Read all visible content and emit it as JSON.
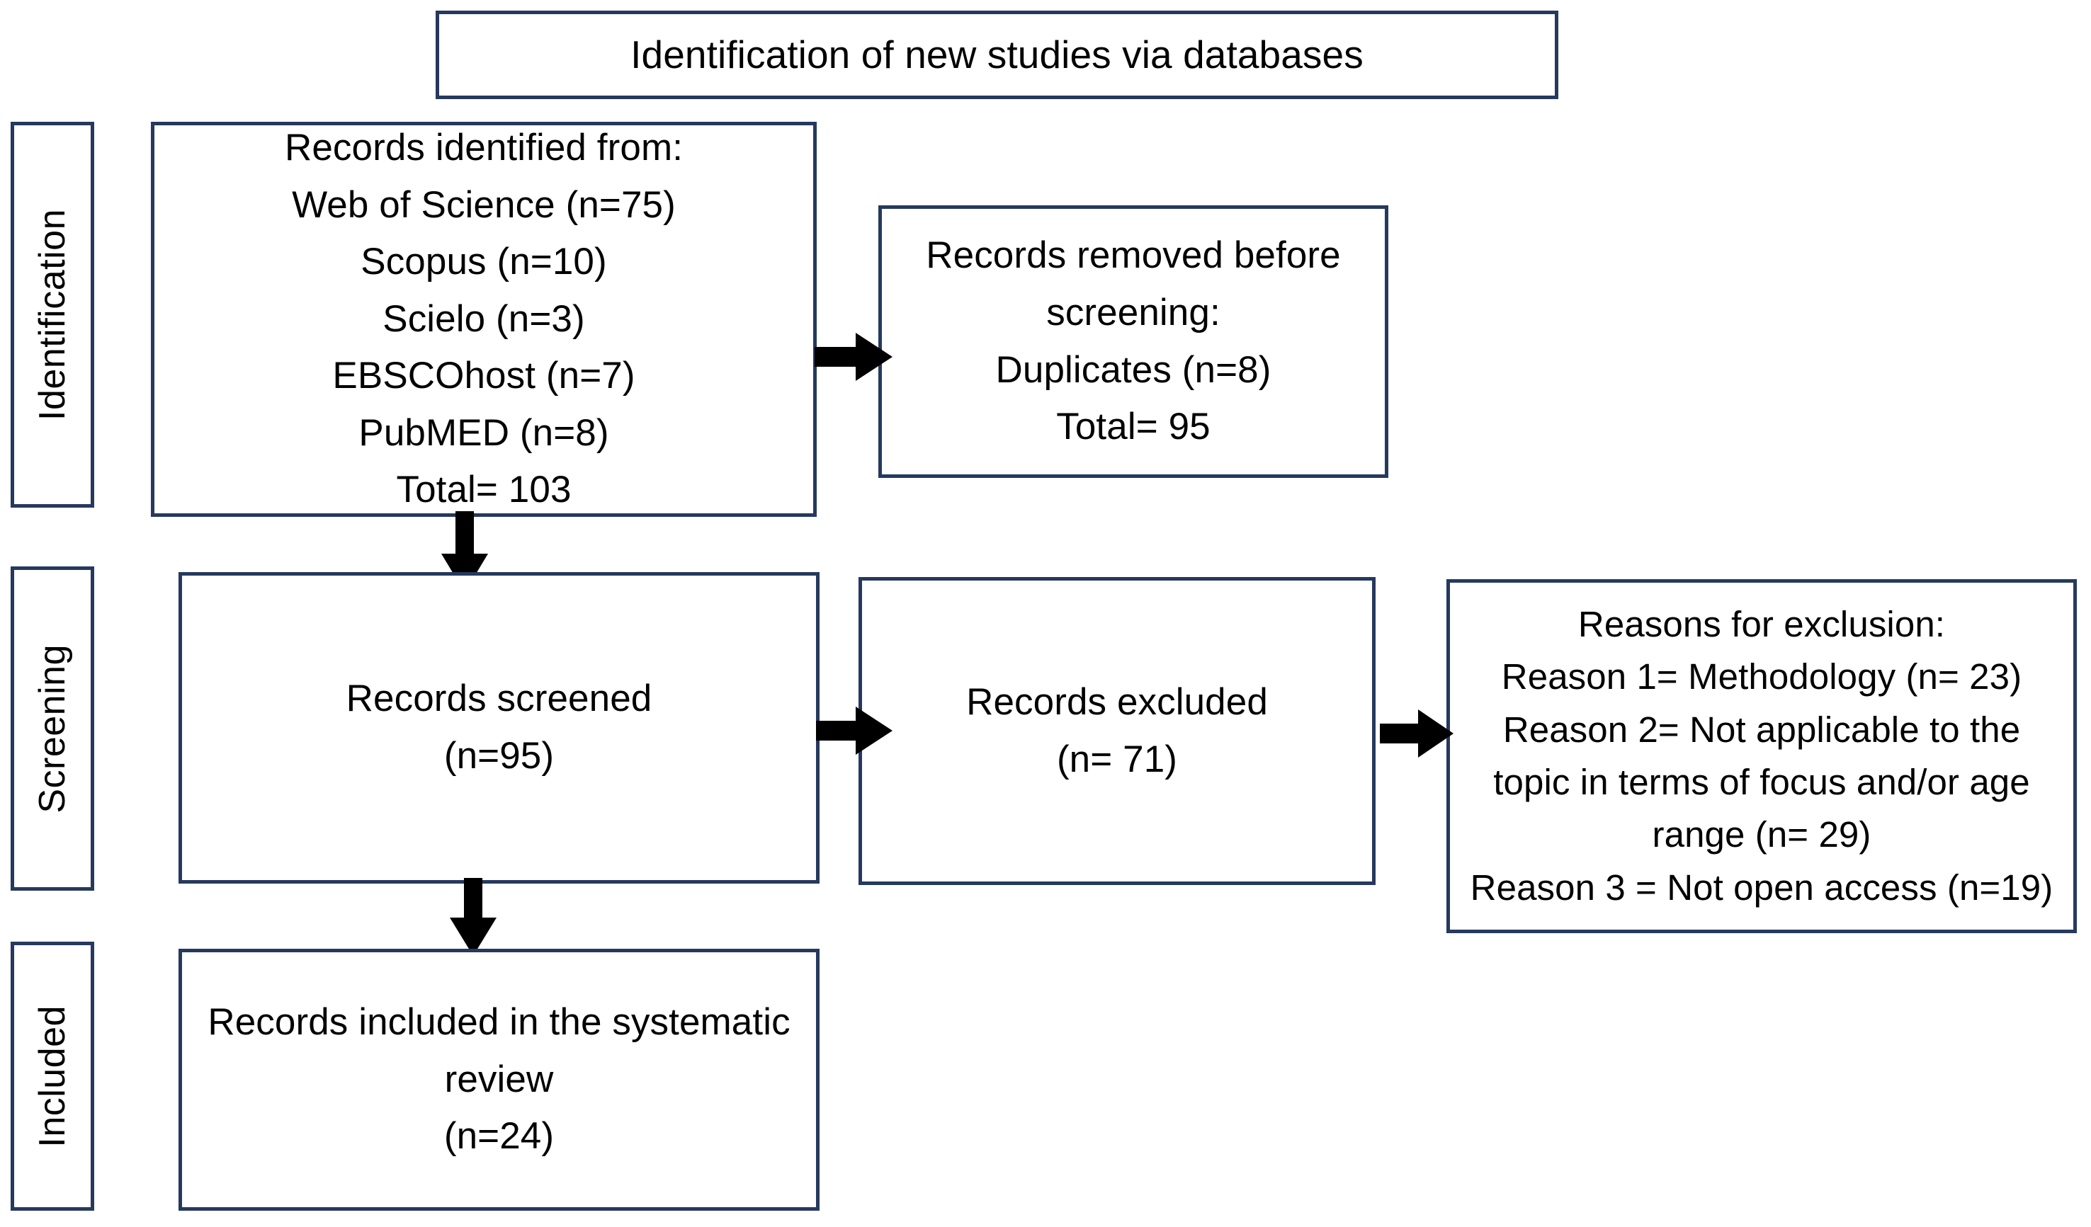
{
  "header": {
    "title": "Identification of new studies via databases"
  },
  "stages": [
    {
      "id": "identification",
      "label": "Identification"
    },
    {
      "id": "screening",
      "label": "Screening"
    },
    {
      "id": "included",
      "label": "Included"
    }
  ],
  "boxes": {
    "records_identified": {
      "lines": [
        "Records identified from:",
        "Web of Science (n=75)",
        "Scopus  (n=10)",
        "Scielo (n=3)",
        "EBSCOhost (n=7)",
        "PubMED (n=8)",
        "Total= 103"
      ]
    },
    "records_removed": {
      "lines": [
        "Records removed before",
        "screening:",
        "Duplicates (n=8)",
        "Total= 95"
      ]
    },
    "records_screened": {
      "lines": [
        "Records screened",
        "(n=95)"
      ]
    },
    "records_excluded": {
      "lines": [
        "Records excluded",
        "(n= 71)"
      ]
    },
    "reasons_for_exclusion": {
      "lines": [
        "Reasons for exclusion:",
        "Reason 1= Methodology (n= 23)",
        "Reason 2= Not applicable to the",
        "topic in terms of focus and/or age",
        "range (n= 29)",
        "Reason 3 = Not open access (n=19)"
      ]
    },
    "records_included": {
      "lines": [
        "Records included in the systematic",
        "review",
        "(n=24)"
      ]
    }
  },
  "arrows": [
    {
      "id": "identified-to-removed",
      "direction": "right"
    },
    {
      "id": "identified-to-screened",
      "direction": "down"
    },
    {
      "id": "screened-to-excluded",
      "direction": "right"
    },
    {
      "id": "excluded-to-reasons",
      "direction": "right"
    },
    {
      "id": "screened-to-included",
      "direction": "down"
    }
  ],
  "colors": {
    "box_border": "#26395e",
    "arrow": "#000000",
    "background": "#ffffff",
    "text": "#000000"
  },
  "chart_data": {
    "type": "diagram",
    "title": "PRISMA flow diagram",
    "nodes": [
      {
        "id": "records_identified",
        "stage": "Identification",
        "label": "Records identified from:",
        "total": 103,
        "sources": [
          {
            "name": "Web of Science",
            "n": 75
          },
          {
            "name": "Scopus",
            "n": 10
          },
          {
            "name": "Scielo",
            "n": 3
          },
          {
            "name": "EBSCOhost",
            "n": 7
          },
          {
            "name": "PubMED",
            "n": 8
          }
        ]
      },
      {
        "id": "records_removed",
        "stage": "Identification",
        "label": "Records removed before screening",
        "duplicates": 8,
        "total": 95
      },
      {
        "id": "records_screened",
        "stage": "Screening",
        "label": "Records screened",
        "n": 95
      },
      {
        "id": "records_excluded",
        "stage": "Screening",
        "label": "Records excluded",
        "n": 71
      },
      {
        "id": "reasons_for_exclusion",
        "stage": "Screening",
        "label": "Reasons for exclusion",
        "reasons": [
          {
            "name": "Reason 1= Methodology",
            "n": 23
          },
          {
            "name": "Reason 2= Not applicable to the topic in terms of focus and/or age range",
            "n": 29
          },
          {
            "name": "Reason 3 = Not open access",
            "n": 19
          }
        ]
      },
      {
        "id": "records_included",
        "stage": "Included",
        "label": "Records included in the systematic review",
        "n": 24
      }
    ],
    "edges": [
      {
        "from": "records_identified",
        "to": "records_removed"
      },
      {
        "from": "records_identified",
        "to": "records_screened"
      },
      {
        "from": "records_screened",
        "to": "records_excluded"
      },
      {
        "from": "records_excluded",
        "to": "reasons_for_exclusion"
      },
      {
        "from": "records_screened",
        "to": "records_included"
      }
    ]
  }
}
